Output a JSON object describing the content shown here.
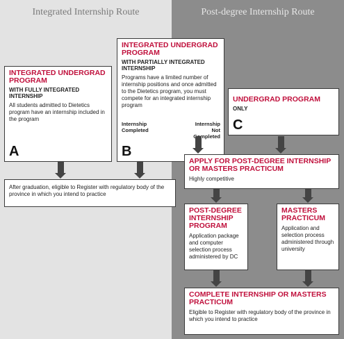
{
  "routes": {
    "left_title": "Integrated Internship Route",
    "right_title": "Post-degree Internship Route"
  },
  "box_a": {
    "title": "INTEGRATED UNDERGRAD PROGRAM",
    "subtitle": "WITH FULLY INTEGRATED INTERNSHIP",
    "body": "All students admitted to Dietetics program have an internship included in the program",
    "letter": "A"
  },
  "box_b": {
    "title": "INTEGRATED UNDERGRAD PROGRAM",
    "subtitle": "WITH PARTIALLY INTEGRATED INTERNSHIP",
    "body": "Programs have a limited number of internship positions and once admitted to the Dietetics program, you must compete for an integrated internship program",
    "completed_label": "Internship Completed",
    "not_completed_label": "Internship Not Completed",
    "letter": "B"
  },
  "box_c": {
    "title": "UNDERGRAD PROGRAM",
    "subtitle": "ONLY",
    "letter": "C"
  },
  "after_graduation": {
    "body": "After graduation, eligible to Register with regulatory body of the province in which you intend to practice"
  },
  "apply": {
    "title": "APPLY FOR POST-DEGREE INTERNSHIP OR MASTERS PRACTICUM",
    "body": "Highly competitive"
  },
  "post_degree": {
    "title": "POST-DEGREE INTERNSHIP PROGRAM",
    "body": "Application package and computer selection process administered by DC"
  },
  "masters": {
    "title": "MASTERS PRACTICUM",
    "body": "Application and selection process administered through university"
  },
  "complete": {
    "title": "COMPLETE INTERNSHIP OR MASTERS PRACTICUM",
    "body": "Eligible to Register with regulatory body of the province in which you intend to practice"
  }
}
